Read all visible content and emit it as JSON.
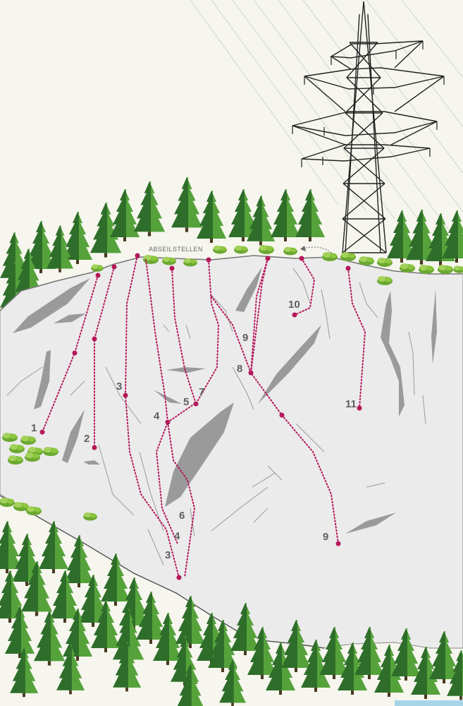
{
  "top_label": "ABSEILSTELLEN",
  "route_labels": [
    "1",
    "2",
    "3",
    "3",
    "4",
    "4",
    "5",
    "6",
    "7",
    "8",
    "9",
    "9",
    "10",
    "11"
  ],
  "colors": {
    "route": "#b5175b",
    "rock": "#ebebeb",
    "crack": "#9a9a9a",
    "tree_dark": "#2e6e2a",
    "tree_light": "#55a23a",
    "shrub": "#8cc63f",
    "pylon": "#222222",
    "water": "#a8d4e8"
  },
  "icons": [
    "spruce-tree-icon",
    "shrub-icon",
    "power-pylon-icon",
    "anchor-dot-icon"
  ]
}
